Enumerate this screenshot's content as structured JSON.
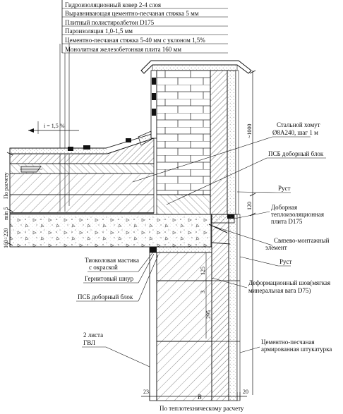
{
  "legend_layers": [
    "Гидроизоляционный ковер 2-4 слоя",
    "Выравнивающая цементно-песчаная стяжка 5 мм",
    "Плитный полистиролбетон D175",
    "Пароизоляция 1,0-1,5 мм",
    "Цементно-песчаная стяжка 5-40 мм с уклоном 1,5%",
    "Монолитная железобетонная плита 160 мм"
  ],
  "slope_label": "i = 1,5 %",
  "labels": {
    "clamp_line1": "Стальной хомут",
    "clamp_line2": "Ø8А240, шаг 1 м",
    "psb_block_top": "ПСБ доборный блок",
    "rust_1": "Руст",
    "extra_insul_line1": "Доборная",
    "extra_insul_line2": "теплоизоляционная",
    "extra_insul_line3": "плита D175",
    "tie_line1": "Связево-монтажный",
    "tie_line2": "элемент",
    "rust_2": "Руст",
    "deform_line1": "Деформационный шов(мягкая",
    "deform_line2": "минеральная вата D75)",
    "plaster_line1": "Цементно-песчаная",
    "plaster_line2": "армированная штукатурка",
    "mastic_line1": "Тиоколовая мастика",
    "mastic_line2": "с окраской",
    "cord": "Гернитовый шнур",
    "psb_block_bottom": "ПСБ доборный блок",
    "gvl_line1": "2 листа",
    "gvl_line2": "ГВЛ",
    "calc_left": "По расчету",
    "dims_left": "160÷220",
    "min5": "min 5",
    "calc_bottom": "По теплотехническому расчету"
  },
  "dimensions": {
    "parapet_height": "~1000",
    "d120": "120",
    "d125": "125",
    "d3": "3",
    "d295": "295",
    "d23": "23",
    "d20": "20",
    "section_mark": "В"
  }
}
